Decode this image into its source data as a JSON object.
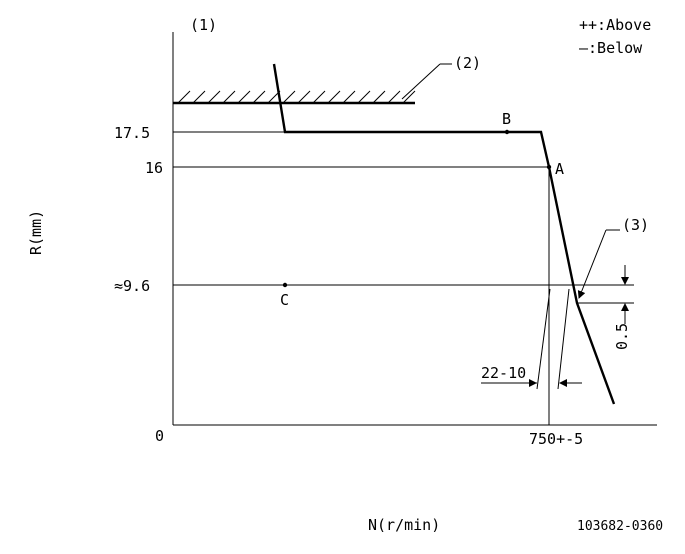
{
  "labels": {
    "ref1": "(1)",
    "ref2": "(2)",
    "ref3": "(3)",
    "above": "++:Above",
    "below": "—:Below",
    "y_axis": "R(mm)",
    "x_axis": "N(r/min)",
    "part_number": "103682-0360",
    "point_a": "A",
    "point_b": "B",
    "point_c": "C",
    "dim_05": "0.5",
    "dim_22_10": "22-10"
  },
  "y_ticks": {
    "t175": "17.5",
    "t16": "16",
    "t96": "≈9.6",
    "t0": "0"
  },
  "x_ticks": {
    "t750": "750+-5"
  }
}
